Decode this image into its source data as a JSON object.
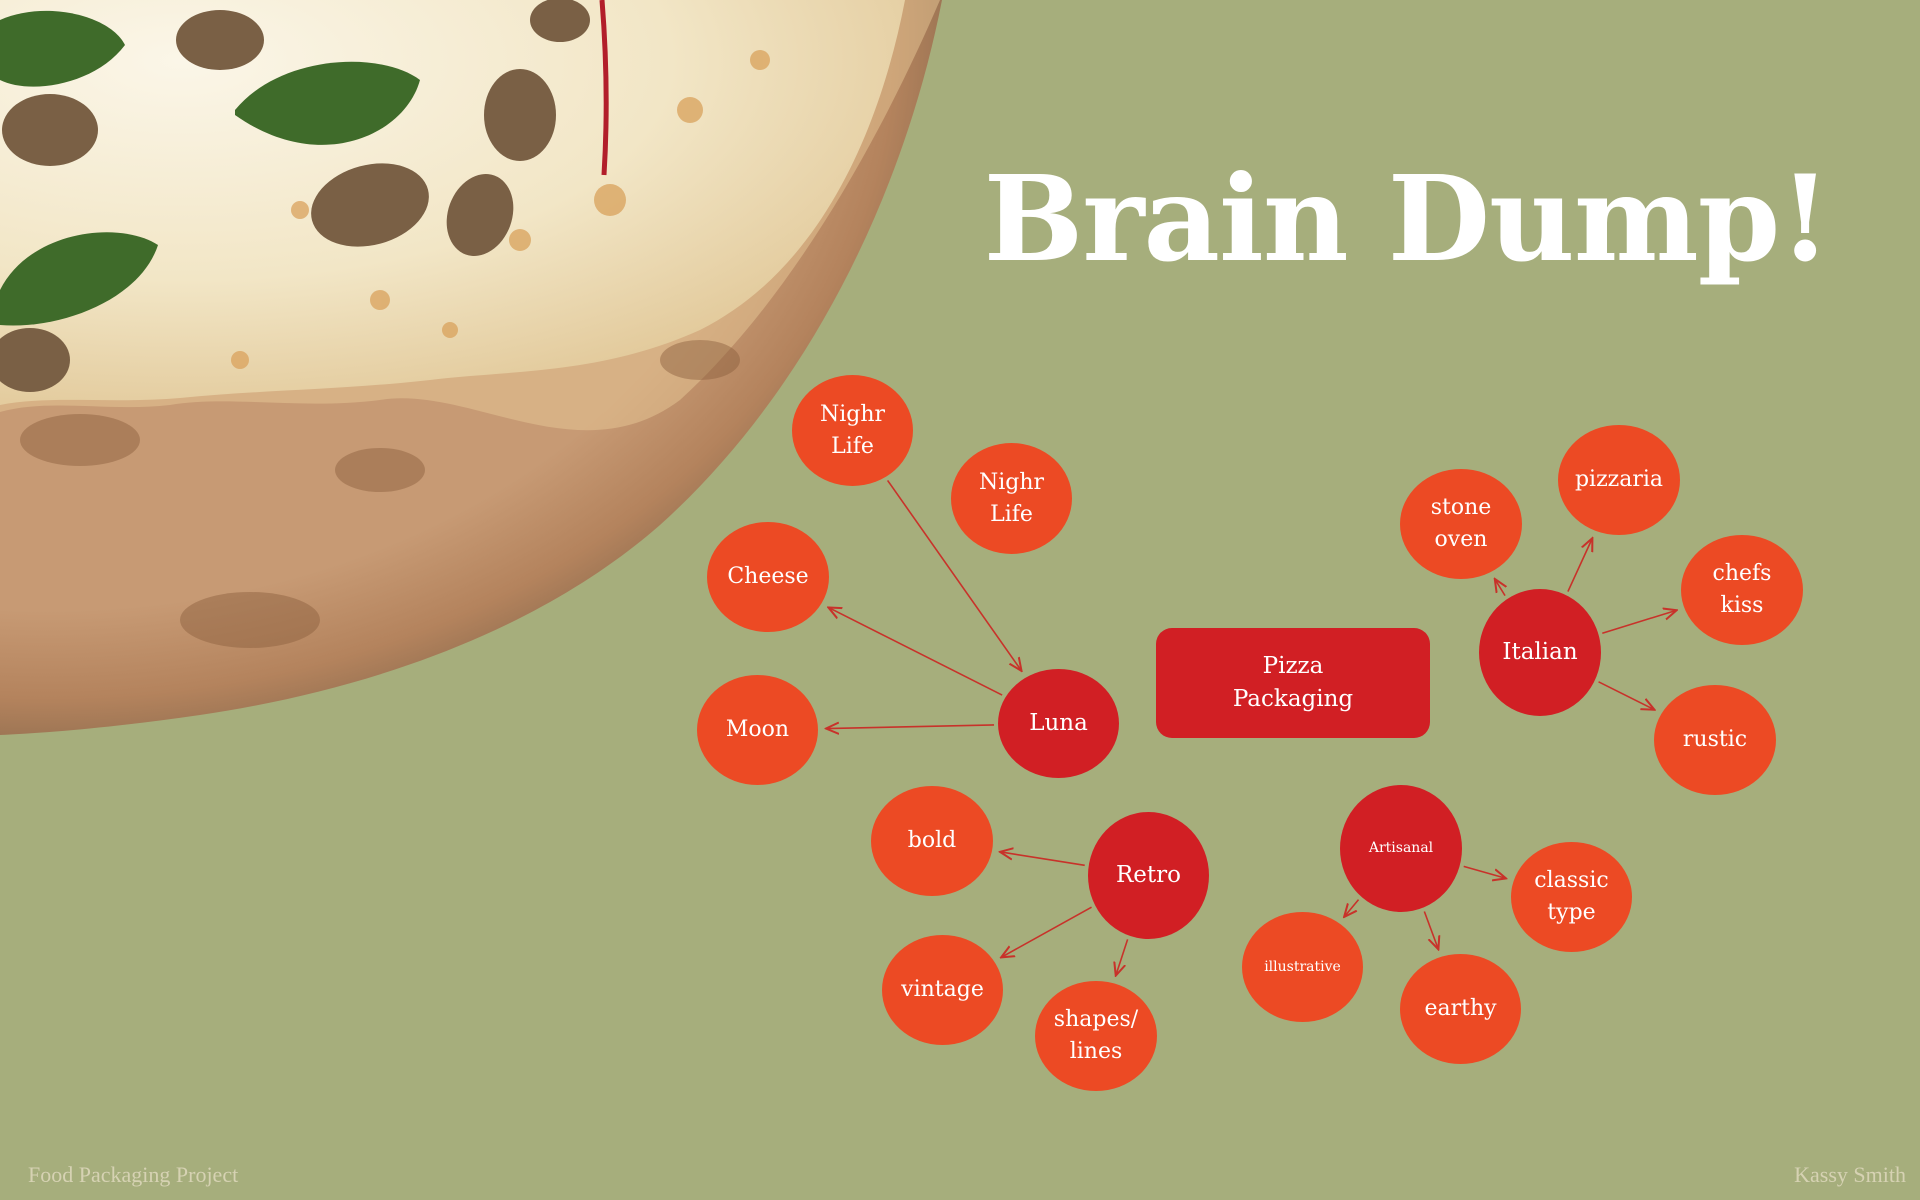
{
  "title": "Brain Dump!",
  "footer": {
    "left": "Food Packaging Project",
    "right": "Kassy Smith"
  },
  "colors": {
    "background": "#a6ae7c",
    "hub": "#d11f24",
    "leaf": "#ec4a24",
    "arrow": "#c8322a",
    "footer_text": "#d6d2b3"
  },
  "mindmap": {
    "center": {
      "id": "center",
      "label": "Pizza\nPackaging"
    },
    "nodes": [
      {
        "id": "luna",
        "label": "Luna",
        "kind": "hub"
      },
      {
        "id": "italian",
        "label": "Italian",
        "kind": "hub"
      },
      {
        "id": "retro",
        "label": "Retro",
        "kind": "hub"
      },
      {
        "id": "artisanal",
        "label": "Artisanal",
        "kind": "hub"
      },
      {
        "id": "nighr1",
        "label": "Nighr\nLife",
        "kind": "leaf"
      },
      {
        "id": "nighr2",
        "label": "Nighr\nLife",
        "kind": "leaf"
      },
      {
        "id": "cheese",
        "label": "Cheese",
        "kind": "leaf"
      },
      {
        "id": "moon",
        "label": "Moon",
        "kind": "leaf"
      },
      {
        "id": "stone",
        "label": "stone\noven",
        "kind": "leaf"
      },
      {
        "id": "pizzaria",
        "label": "pizzaria",
        "kind": "leaf"
      },
      {
        "id": "chefs",
        "label": "chefs\nkiss",
        "kind": "leaf"
      },
      {
        "id": "rustic",
        "label": "rustic",
        "kind": "leaf"
      },
      {
        "id": "bold",
        "label": "bold",
        "kind": "leaf"
      },
      {
        "id": "vintage",
        "label": "vintage",
        "kind": "leaf"
      },
      {
        "id": "shapes",
        "label": "shapes/\nlines",
        "kind": "leaf"
      },
      {
        "id": "illustrative",
        "label": "illustrative",
        "kind": "leaf"
      },
      {
        "id": "earthy",
        "label": "earthy",
        "kind": "leaf"
      },
      {
        "id": "classic",
        "label": "classic\ntype",
        "kind": "leaf"
      }
    ],
    "edges": [
      {
        "from": "nighr1",
        "to": "luna"
      },
      {
        "from": "luna",
        "to": "cheese"
      },
      {
        "from": "luna",
        "to": "moon"
      },
      {
        "from": "italian",
        "to": "stone"
      },
      {
        "from": "italian",
        "to": "pizzaria"
      },
      {
        "from": "italian",
        "to": "chefs"
      },
      {
        "from": "italian",
        "to": "rustic"
      },
      {
        "from": "retro",
        "to": "bold"
      },
      {
        "from": "retro",
        "to": "vintage"
      },
      {
        "from": "retro",
        "to": "shapes"
      },
      {
        "from": "artisanal",
        "to": "illustrative"
      },
      {
        "from": "artisanal",
        "to": "earthy"
      },
      {
        "from": "artisanal",
        "to": "classic"
      }
    ]
  }
}
